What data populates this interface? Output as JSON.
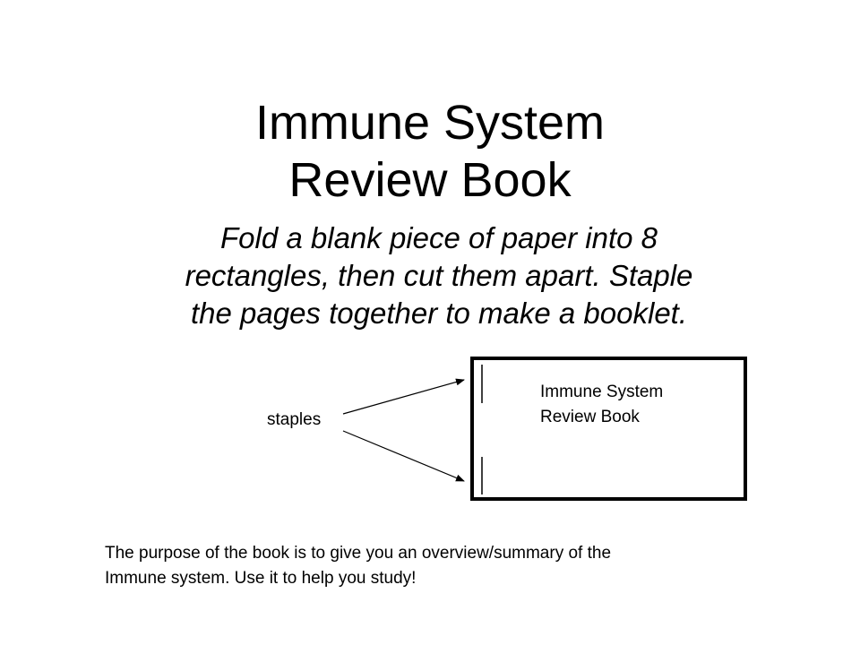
{
  "title": {
    "line1": "Immune System",
    "line2": "Review Book"
  },
  "instructions": {
    "line1": "Fold a blank piece of paper into 8",
    "line2": "rectangles, then cut them apart.  Staple",
    "line3": "the pages together to make a booklet."
  },
  "diagram": {
    "staples_label": "staples",
    "book_cover_line1": "Immune System",
    "book_cover_line2": "Review Book"
  },
  "purpose": {
    "line1": "The purpose of the book is to give you an overview/summary of the",
    "line2": "Immune system.  Use it to help you study!"
  }
}
